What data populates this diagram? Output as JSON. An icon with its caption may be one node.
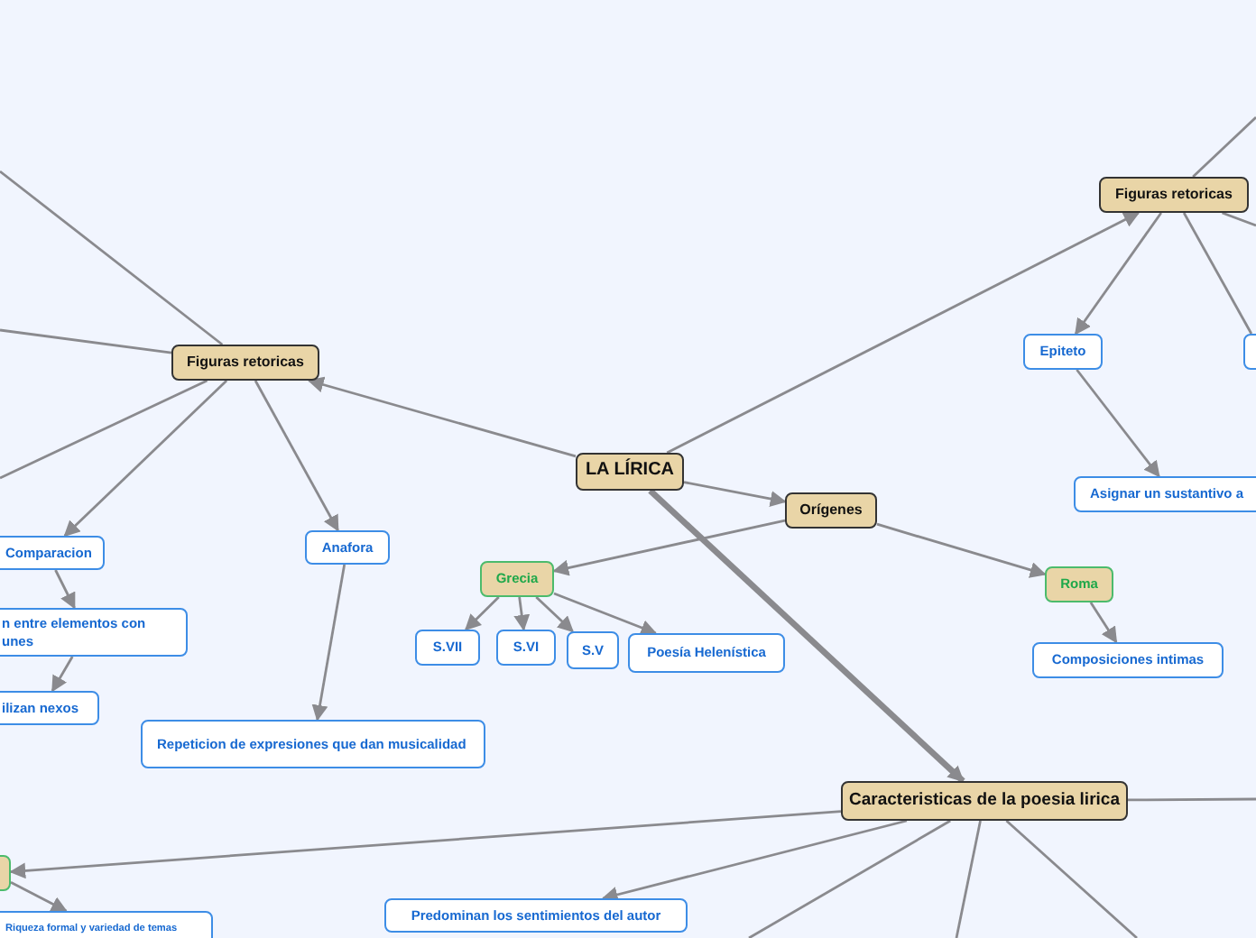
{
  "diagram": {
    "nodes": [
      {
        "text": [
          "LA LÍRICA"
        ]
      },
      {
        "text": [
          "Figuras retoricas"
        ]
      },
      {
        "text": [
          "Orígenes"
        ]
      },
      {
        "text": [
          "Figuras retoricas"
        ]
      },
      {
        "text": [
          "Caracteristicas de la poesia lirica"
        ]
      },
      {
        "text": [
          "Comparacion"
        ]
      },
      {
        "text": [
          "n entre elementos con unes"
        ]
      },
      {
        "text": [
          "ilizan nexos"
        ]
      },
      {
        "text": [
          "Anafora"
        ]
      },
      {
        "text": [
          "Repeticion de expresiones que dan musicalidad"
        ]
      },
      {
        "text": [
          "Grecia"
        ]
      },
      {
        "text": [
          "S.VII"
        ]
      },
      {
        "text": [
          "S.VI"
        ]
      },
      {
        "text": [
          "S.V"
        ]
      },
      {
        "text": [
          "Poesía Helenística"
        ]
      },
      {
        "text": [
          "Roma"
        ]
      },
      {
        "text": [
          "Composiciones intimas"
        ]
      },
      {
        "text": [
          "Epiteto"
        ]
      },
      {
        "text": [],
        "shape": "box"
      },
      {
        "text": [
          "Asignar un sustantivo a"
        ]
      },
      {
        "text": [],
        "shape": "box"
      },
      {
        "text": [
          "Riqueza formal y variedad de temas"
        ]
      },
      {
        "text": [
          "Predominan los sentimientos del autor"
        ]
      }
    ],
    "edges": [
      {
        "from": 0,
        "to": 1,
        "arrow": "to"
      },
      {
        "from": 0,
        "to": 3,
        "arrow": "to"
      },
      {
        "from": 0,
        "to": 2,
        "arrow": "to"
      },
      {
        "from": 0,
        "to": 4,
        "arrow": "to",
        "style": "thick"
      },
      {
        "from": 1,
        "to": null,
        "arrow": "none"
      },
      {
        "from": 1,
        "to": null,
        "arrow": "none"
      },
      {
        "from": 1,
        "to": null,
        "arrow": "none"
      },
      {
        "from": 1,
        "to": 5,
        "arrow": "to"
      },
      {
        "from": 1,
        "to": 8,
        "arrow": "to"
      },
      {
        "from": 5,
        "to": 6,
        "arrow": "to"
      },
      {
        "from": 6,
        "to": 7,
        "arrow": "to"
      },
      {
        "from": 8,
        "to": 9,
        "arrow": "to"
      },
      {
        "from": 2,
        "to": 10,
        "arrow": "to"
      },
      {
        "from": 2,
        "to": 15,
        "arrow": "to"
      },
      {
        "from": 10,
        "to": 11,
        "arrow": "to"
      },
      {
        "from": 10,
        "to": 12,
        "arrow": "to"
      },
      {
        "from": 10,
        "to": 13,
        "arrow": "to"
      },
      {
        "from": 10,
        "to": 14,
        "arrow": "to"
      },
      {
        "from": 15,
        "to": 16,
        "arrow": "to"
      },
      {
        "from": 3,
        "to": 17,
        "arrow": "to"
      },
      {
        "from": 3,
        "to": 18,
        "arrow": "none"
      },
      {
        "from": 3,
        "to": null,
        "arrow": "none"
      },
      {
        "from": 3,
        "to": null,
        "arrow": "none"
      },
      {
        "from": 17,
        "to": 19,
        "arrow": "to"
      },
      {
        "from": 4,
        "to": 20,
        "arrow": "to"
      },
      {
        "from": 20,
        "to": 21,
        "arrow": "to"
      },
      {
        "from": 4,
        "to": 22,
        "arrow": "to"
      },
      {
        "from": 4,
        "to": null,
        "arrow": "none"
      },
      {
        "from": 4,
        "to": null,
        "arrow": "none"
      },
      {
        "from": 4,
        "to": null,
        "arrow": "none"
      },
      {
        "from": 4,
        "to": null,
        "arrow": "none"
      }
    ]
  }
}
